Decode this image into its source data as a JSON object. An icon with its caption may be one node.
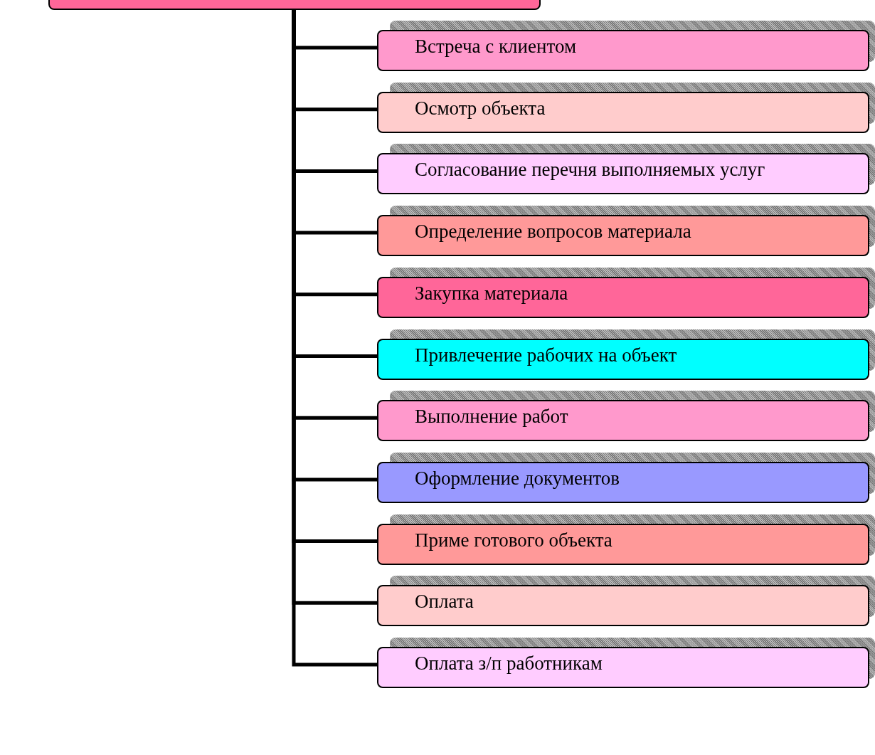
{
  "diagram": {
    "nodes": [
      {
        "text": [],
        "shape": "box"
      },
      {
        "text": [
          "Встреча с клиентом"
        ]
      },
      {
        "text": [
          "Осмотр объекта"
        ]
      },
      {
        "text": [
          "Согласование перечня выполняемых услуг"
        ]
      },
      {
        "text": [
          "Определение вопросов материала"
        ]
      },
      {
        "text": [
          "Закупка материала"
        ]
      },
      {
        "text": [
          "Привлечение рабочих на объект"
        ]
      },
      {
        "text": [
          "Выполнение работ"
        ]
      },
      {
        "text": [
          "Оформление документов"
        ]
      },
      {
        "text": [
          "Приме готового объекта"
        ]
      },
      {
        "text": [
          "Оплата"
        ]
      },
      {
        "text": [
          "Оплата з/п работникам"
        ]
      }
    ],
    "edges": [
      {
        "from": 0,
        "to": 1,
        "arrow": "none"
      },
      {
        "from": 0,
        "to": 2,
        "arrow": "none"
      },
      {
        "from": 0,
        "to": 3,
        "arrow": "none"
      },
      {
        "from": 0,
        "to": 4,
        "arrow": "none"
      },
      {
        "from": 0,
        "to": 5,
        "arrow": "none"
      },
      {
        "from": 0,
        "to": 6,
        "arrow": "none"
      },
      {
        "from": 0,
        "to": 7,
        "arrow": "none"
      },
      {
        "from": 0,
        "to": 8,
        "arrow": "none"
      },
      {
        "from": 0,
        "to": 9,
        "arrow": "none"
      },
      {
        "from": 0,
        "to": 10,
        "arrow": "none"
      },
      {
        "from": 0,
        "to": 11,
        "arrow": "none"
      }
    ]
  }
}
